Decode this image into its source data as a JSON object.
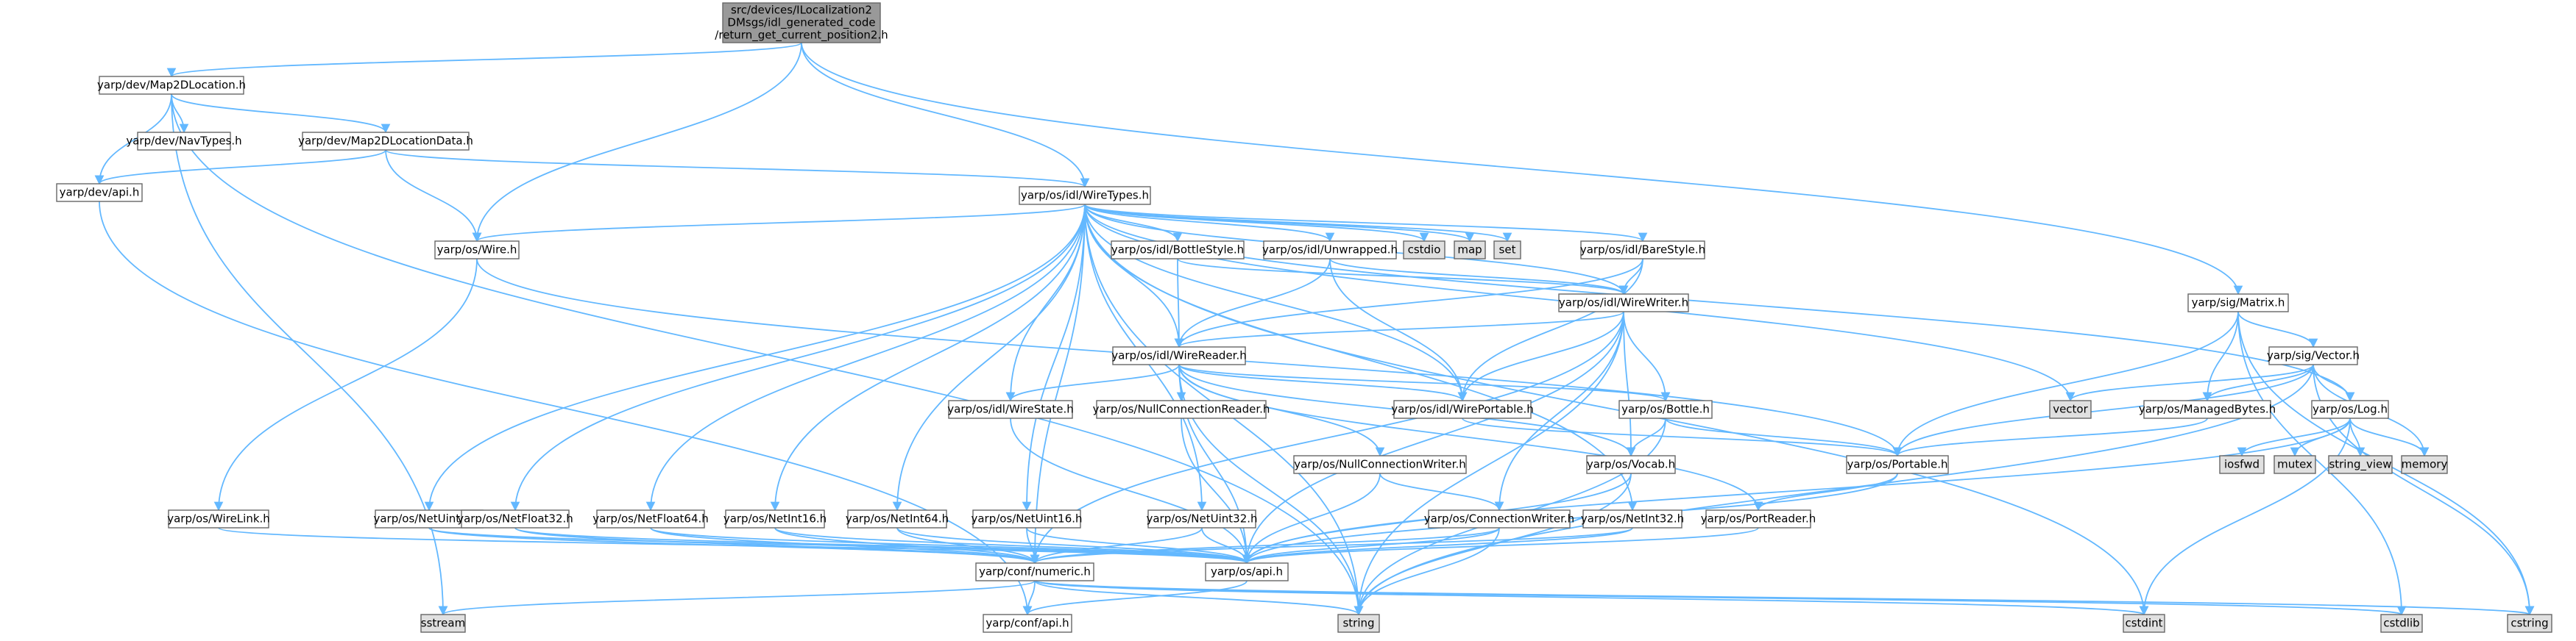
{
  "colors": {
    "edge": "#63b8ff",
    "node_fill": "#ffffff",
    "root_fill": "#999999",
    "external_fill": "#e0e0e0",
    "red_text": "#ff0000",
    "border": "#666666"
  },
  "nodes": [
    {
      "id": "root",
      "lines": [
        "src/devices/ILocalization2",
        "DMsgs/idl_generated_code",
        "/return_get_current_position2.h"
      ],
      "kind": "root"
    },
    {
      "id": "map2dlocation",
      "lines": [
        "yarp/dev/Map2DLocation.h"
      ],
      "kind": "normal"
    },
    {
      "id": "navtypes",
      "lines": [
        "yarp/dev/NavTypes.h"
      ],
      "kind": "red"
    },
    {
      "id": "map2dlocationdata",
      "lines": [
        "yarp/dev/Map2DLocationData.h"
      ],
      "kind": "normal"
    },
    {
      "id": "devapi",
      "lines": [
        "yarp/dev/api.h"
      ],
      "kind": "normal"
    },
    {
      "id": "wiretypes",
      "lines": [
        "yarp/os/idl/WireTypes.h"
      ],
      "kind": "normal"
    },
    {
      "id": "wire",
      "lines": [
        "yarp/os/Wire.h"
      ],
      "kind": "normal"
    },
    {
      "id": "matrix",
      "lines": [
        "yarp/sig/Matrix.h"
      ],
      "kind": "normal"
    },
    {
      "id": "bottlestyle",
      "lines": [
        "yarp/os/idl/BottleStyle.h"
      ],
      "kind": "normal"
    },
    {
      "id": "unwrapped",
      "lines": [
        "yarp/os/idl/Unwrapped.h"
      ],
      "kind": "normal"
    },
    {
      "id": "cstdio",
      "lines": [
        "cstdio"
      ],
      "kind": "external"
    },
    {
      "id": "map",
      "lines": [
        "map"
      ],
      "kind": "external"
    },
    {
      "id": "set",
      "lines": [
        "set"
      ],
      "kind": "external"
    },
    {
      "id": "barestyle",
      "lines": [
        "yarp/os/idl/BareStyle.h"
      ],
      "kind": "normal"
    },
    {
      "id": "wirewriter",
      "lines": [
        "yarp/os/idl/WireWriter.h"
      ],
      "kind": "normal"
    },
    {
      "id": "wirereader",
      "lines": [
        "yarp/os/idl/WireReader.h"
      ],
      "kind": "normal"
    },
    {
      "id": "vector",
      "lines": [
        "vector"
      ],
      "kind": "external"
    },
    {
      "id": "sigvector",
      "lines": [
        "yarp/sig/Vector.h"
      ],
      "kind": "red"
    },
    {
      "id": "wirestate",
      "lines": [
        "yarp/os/idl/WireState.h"
      ],
      "kind": "normal"
    },
    {
      "id": "nullconnreader",
      "lines": [
        "yarp/os/NullConnectionReader.h"
      ],
      "kind": "red"
    },
    {
      "id": "wireportable",
      "lines": [
        "yarp/os/idl/WirePortable.h"
      ],
      "kind": "normal"
    },
    {
      "id": "bottle",
      "lines": [
        "yarp/os/Bottle.h"
      ],
      "kind": "red"
    },
    {
      "id": "managedbytes",
      "lines": [
        "yarp/os/ManagedBytes.h"
      ],
      "kind": "red"
    },
    {
      "id": "log",
      "lines": [
        "yarp/os/Log.h"
      ],
      "kind": "normal"
    },
    {
      "id": "nullconnwriter",
      "lines": [
        "yarp/os/NullConnectionWriter.h"
      ],
      "kind": "normal"
    },
    {
      "id": "vocab",
      "lines": [
        "yarp/os/Vocab.h"
      ],
      "kind": "normal"
    },
    {
      "id": "portable",
      "lines": [
        "yarp/os/Portable.h"
      ],
      "kind": "red"
    },
    {
      "id": "iosfwd",
      "lines": [
        "iosfwd"
      ],
      "kind": "external"
    },
    {
      "id": "mutex",
      "lines": [
        "mutex"
      ],
      "kind": "external"
    },
    {
      "id": "string_view",
      "lines": [
        "string_view"
      ],
      "kind": "external"
    },
    {
      "id": "memory",
      "lines": [
        "memory"
      ],
      "kind": "external"
    },
    {
      "id": "wirelink",
      "lines": [
        "yarp/os/WireLink.h"
      ],
      "kind": "normal"
    },
    {
      "id": "netuint64",
      "lines": [
        "yarp/os/NetUint64.h"
      ],
      "kind": "normal"
    },
    {
      "id": "netfloat32",
      "lines": [
        "yarp/os/NetFloat32.h"
      ],
      "kind": "normal"
    },
    {
      "id": "netfloat64",
      "lines": [
        "yarp/os/NetFloat64.h"
      ],
      "kind": "normal"
    },
    {
      "id": "netint16",
      "lines": [
        "yarp/os/NetInt16.h"
      ],
      "kind": "normal"
    },
    {
      "id": "netint64",
      "lines": [
        "yarp/os/NetInt64.h"
      ],
      "kind": "normal"
    },
    {
      "id": "netuint16",
      "lines": [
        "yarp/os/NetUint16.h"
      ],
      "kind": "normal"
    },
    {
      "id": "netuint32",
      "lines": [
        "yarp/os/NetUint32.h"
      ],
      "kind": "normal"
    },
    {
      "id": "connwriter",
      "lines": [
        "yarp/os/ConnectionWriter.h"
      ],
      "kind": "normal"
    },
    {
      "id": "netint32",
      "lines": [
        "yarp/os/NetInt32.h"
      ],
      "kind": "normal"
    },
    {
      "id": "portreader",
      "lines": [
        "yarp/os/PortReader.h"
      ],
      "kind": "normal"
    },
    {
      "id": "numeric",
      "lines": [
        "yarp/conf/numeric.h"
      ],
      "kind": "red"
    },
    {
      "id": "osapi",
      "lines": [
        "yarp/os/api.h"
      ],
      "kind": "normal"
    },
    {
      "id": "sstream",
      "lines": [
        "sstream"
      ],
      "kind": "external"
    },
    {
      "id": "confapi",
      "lines": [
        "yarp/conf/api.h"
      ],
      "kind": "red"
    },
    {
      "id": "string",
      "lines": [
        "string"
      ],
      "kind": "external"
    },
    {
      "id": "cstdint",
      "lines": [
        "cstdint"
      ],
      "kind": "external"
    },
    {
      "id": "cstdlib",
      "lines": [
        "cstdlib"
      ],
      "kind": "external"
    },
    {
      "id": "cstring",
      "lines": [
        "cstring"
      ],
      "kind": "external"
    }
  ],
  "edges": [
    [
      "root",
      "map2dlocation"
    ],
    [
      "root",
      "wire"
    ],
    [
      "root",
      "wiretypes"
    ],
    [
      "root",
      "matrix"
    ],
    [
      "map2dlocation",
      "navtypes"
    ],
    [
      "map2dlocation",
      "map2dlocationdata"
    ],
    [
      "map2dlocation",
      "devapi"
    ],
    [
      "map2dlocation",
      "sstream"
    ],
    [
      "map2dlocation",
      "string"
    ],
    [
      "map2dlocationdata",
      "devapi"
    ],
    [
      "map2dlocationdata",
      "wire"
    ],
    [
      "map2dlocationdata",
      "wiretypes"
    ],
    [
      "devapi",
      "confapi"
    ],
    [
      "wire",
      "wirelink"
    ],
    [
      "wire",
      "portable"
    ],
    [
      "wirelink",
      "osapi"
    ],
    [
      "wiretypes",
      "wire"
    ],
    [
      "wiretypes",
      "bottlestyle"
    ],
    [
      "wiretypes",
      "unwrapped"
    ],
    [
      "wiretypes",
      "cstdio"
    ],
    [
      "wiretypes",
      "map"
    ],
    [
      "wiretypes",
      "set"
    ],
    [
      "wiretypes",
      "barestyle"
    ],
    [
      "wiretypes",
      "wirewriter"
    ],
    [
      "wiretypes",
      "wirereader"
    ],
    [
      "wiretypes",
      "wirestate"
    ],
    [
      "wiretypes",
      "wireportable"
    ],
    [
      "wiretypes",
      "vector"
    ],
    [
      "wiretypes",
      "log"
    ],
    [
      "wiretypes",
      "string"
    ],
    [
      "wiretypes",
      "cstdint"
    ],
    [
      "wiretypes",
      "netuint64"
    ],
    [
      "wiretypes",
      "netfloat32"
    ],
    [
      "wiretypes",
      "netfloat64"
    ],
    [
      "wiretypes",
      "netint16"
    ],
    [
      "wiretypes",
      "netint64"
    ],
    [
      "wiretypes",
      "netuint16"
    ],
    [
      "wiretypes",
      "netuint32"
    ],
    [
      "wiretypes",
      "netint32"
    ],
    [
      "wiretypes",
      "numeric"
    ],
    [
      "bottlestyle",
      "wirereader"
    ],
    [
      "bottlestyle",
      "wirewriter"
    ],
    [
      "unwrapped",
      "wirereader"
    ],
    [
      "unwrapped",
      "wirewriter"
    ],
    [
      "unwrapped",
      "wireportable"
    ],
    [
      "barestyle",
      "wirereader"
    ],
    [
      "barestyle",
      "wirewriter"
    ],
    [
      "barestyle",
      "wireportable"
    ],
    [
      "wirewriter",
      "wirereader"
    ],
    [
      "wirewriter",
      "wireportable"
    ],
    [
      "wirewriter",
      "bottle"
    ],
    [
      "wirewriter",
      "vocab"
    ],
    [
      "wirewriter",
      "connwriter"
    ],
    [
      "wirewriter",
      "osapi"
    ],
    [
      "wirewriter",
      "string"
    ],
    [
      "wirewriter",
      "numeric"
    ],
    [
      "wirereader",
      "wirestate"
    ],
    [
      "wirereader",
      "nullconnreader"
    ],
    [
      "wirereader",
      "wireportable"
    ],
    [
      "wirereader",
      "bottle"
    ],
    [
      "wirereader",
      "nullconnwriter"
    ],
    [
      "wirereader",
      "vocab"
    ],
    [
      "wirereader",
      "portreader"
    ],
    [
      "wirereader",
      "osapi"
    ],
    [
      "wirereader",
      "string"
    ],
    [
      "wirestate",
      "osapi"
    ],
    [
      "nullconnreader",
      "osapi"
    ],
    [
      "wireportable",
      "portable"
    ],
    [
      "bottle",
      "vocab"
    ],
    [
      "bottle",
      "portable"
    ],
    [
      "bottle",
      "string"
    ],
    [
      "nullconnwriter",
      "connwriter"
    ],
    [
      "nullconnwriter",
      "osapi"
    ],
    [
      "vocab",
      "osapi"
    ],
    [
      "vocab",
      "string"
    ],
    [
      "portable",
      "portreader"
    ],
    [
      "portable",
      "osapi"
    ],
    [
      "portreader",
      "osapi"
    ],
    [
      "connwriter",
      "osapi"
    ],
    [
      "connwriter",
      "numeric"
    ],
    [
      "connwriter",
      "string"
    ],
    [
      "matrix",
      "sigvector"
    ],
    [
      "matrix",
      "managedbytes"
    ],
    [
      "matrix",
      "portable"
    ],
    [
      "matrix",
      "cstring"
    ],
    [
      "matrix",
      "cstdlib"
    ],
    [
      "sigvector",
      "vector"
    ],
    [
      "sigvector",
      "managedbytes"
    ],
    [
      "sigvector",
      "log"
    ],
    [
      "sigvector",
      "portable"
    ],
    [
      "sigvector",
      "string"
    ],
    [
      "sigvector",
      "memory"
    ],
    [
      "sigvector",
      "cstring"
    ],
    [
      "managedbytes",
      "portable"
    ],
    [
      "log",
      "iosfwd"
    ],
    [
      "log",
      "mutex"
    ],
    [
      "log",
      "string_view"
    ],
    [
      "log",
      "memory"
    ],
    [
      "log",
      "cstdint"
    ],
    [
      "log",
      "osapi"
    ],
    [
      "netuint64",
      "numeric"
    ],
    [
      "netuint64",
      "osapi"
    ],
    [
      "netfloat32",
      "numeric"
    ],
    [
      "netfloat32",
      "osapi"
    ],
    [
      "netfloat64",
      "numeric"
    ],
    [
      "netfloat64",
      "osapi"
    ],
    [
      "netint16",
      "numeric"
    ],
    [
      "netint16",
      "osapi"
    ],
    [
      "netint64",
      "numeric"
    ],
    [
      "netint64",
      "osapi"
    ],
    [
      "netuint16",
      "numeric"
    ],
    [
      "netuint16",
      "osapi"
    ],
    [
      "netuint32",
      "numeric"
    ],
    [
      "netuint32",
      "osapi"
    ],
    [
      "netint32",
      "numeric"
    ],
    [
      "netint32",
      "osapi"
    ],
    [
      "numeric",
      "confapi"
    ],
    [
      "numeric",
      "sstream"
    ],
    [
      "numeric",
      "string"
    ],
    [
      "numeric",
      "cstdint"
    ],
    [
      "numeric",
      "cstring"
    ],
    [
      "numeric",
      "cstdlib"
    ],
    [
      "osapi",
      "confapi"
    ]
  ]
}
